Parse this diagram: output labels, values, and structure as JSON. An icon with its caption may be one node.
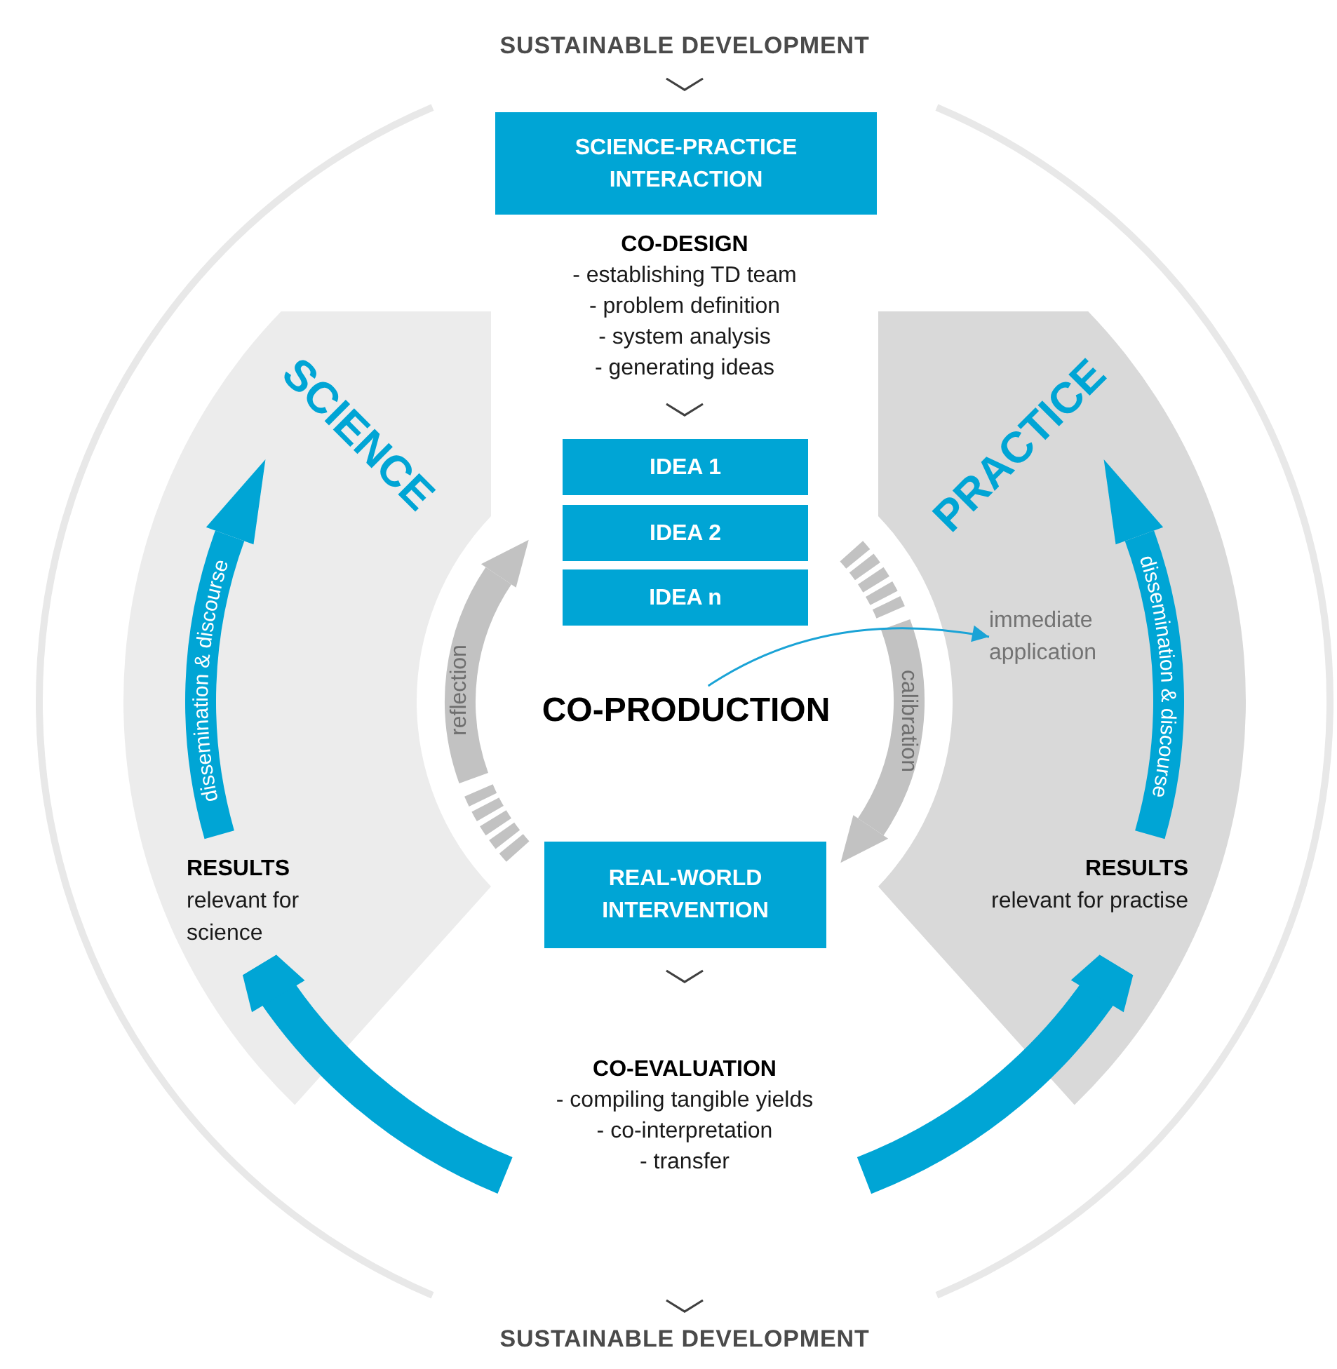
{
  "diagram": {
    "nodes": [
      {
        "text": [
          "SCIENCE-PRACTICE INTERACTION"
        ]
      },
      {
        "text": [
          "SCIENCE"
        ]
      },
      {
        "text": [
          "PRACTICE"
        ]
      },
      {
        "text": [
          "IDEA 1"
        ]
      },
      {
        "text": [
          "IDEA 2"
        ]
      },
      {
        "text": [
          "IDEA n"
        ]
      },
      {
        "text": [
          "immediate application"
        ],
        "in": 2
      },
      {
        "text": [
          "CO-PRODUCTION"
        ]
      },
      {
        "text": [
          "RESULTS",
          "relevant for science"
        ],
        "in": 1
      },
      {
        "text": [
          "RESULTS",
          "relevant for practise"
        ],
        "in": 2
      },
      {
        "text": [
          "REAL-WORLD INTERVENTION"
        ]
      },
      {
        "text": [
          "CO-EVALUATION",
          "- compiling tangible yields",
          "- co-interpretation",
          "- transfer"
        ]
      }
    ],
    "edges": [
      {
        "from": 7,
        "to": 6,
        "arrow": "to"
      },
      {
        "from": 11,
        "to": 8,
        "arrow": "to"
      },
      {
        "from": 11,
        "to": 9,
        "arrow": "to"
      }
    ],
    "labels": [
      "SUSTAINABLE DEVELOPMENT",
      "CO-DESIGN",
      "- establishing TD team",
      "- problem definition",
      "- system analysis",
      "- generating ideas",
      "dissemination & discourse",
      "reflection",
      "calibration",
      "dissemination & discourse",
      "SUSTAINABLE DEVELOPMENT"
    ]
  }
}
